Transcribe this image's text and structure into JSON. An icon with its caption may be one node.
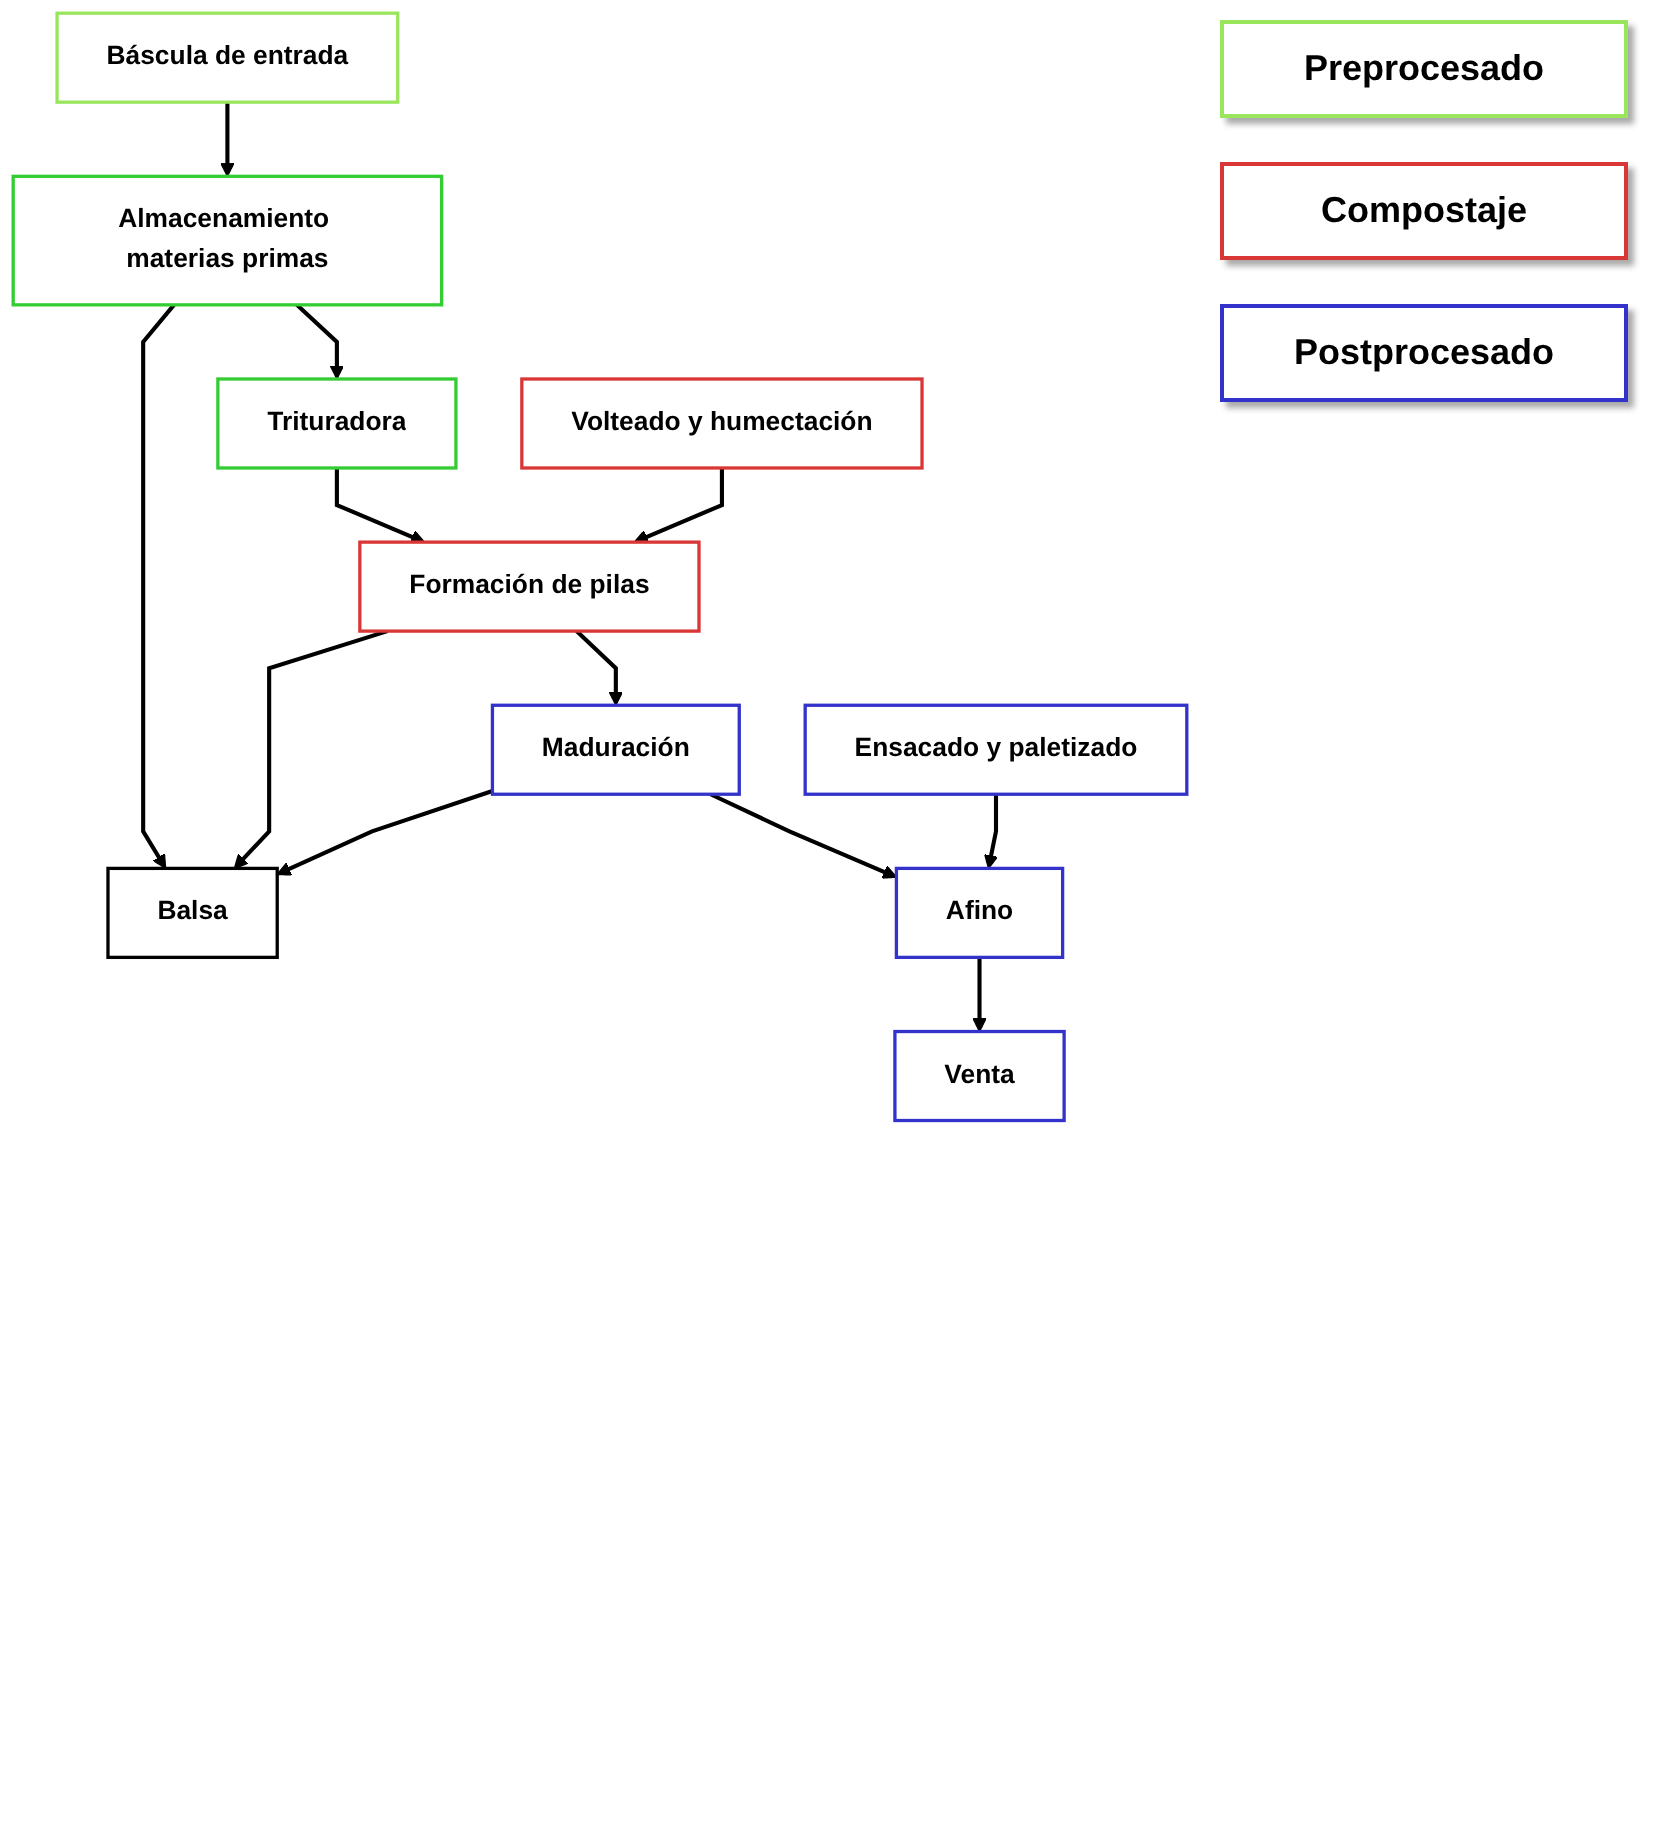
{
  "diagram": {
    "nodes": [
      {
        "text": [
          "Báscula de entrada"
        ]
      },
      {
        "text": [
          "Almacenamiento materias primas"
        ]
      },
      {
        "text": [
          "Trituradora"
        ]
      },
      {
        "text": [
          "Balsa"
        ]
      },
      {
        "text": [
          "Formación de pilas"
        ]
      },
      {
        "text": [
          "Volteado y humectación"
        ]
      },
      {
        "text": [
          "Maduración"
        ]
      },
      {
        "text": [
          "Afino"
        ]
      },
      {
        "text": [
          "Ensacado y paletizado"
        ]
      },
      {
        "text": [
          "Venta"
        ]
      }
    ],
    "edges": [
      {
        "from": 0,
        "to": 1,
        "arrow": "to"
      },
      {
        "from": 1,
        "to": 2,
        "arrow": "to"
      },
      {
        "from": 1,
        "to": 3,
        "arrow": "to"
      },
      {
        "from": 2,
        "to": 4,
        "arrow": "to"
      },
      {
        "from": 4,
        "to": 3,
        "arrow": "to"
      },
      {
        "from": 5,
        "to": 4,
        "arrow": "to"
      },
      {
        "from": 4,
        "to": 6,
        "arrow": "to"
      },
      {
        "from": 6,
        "to": 3,
        "arrow": "to"
      },
      {
        "from": 6,
        "to": 7,
        "arrow": "to"
      },
      {
        "from": 8,
        "to": 7,
        "arrow": "to"
      },
      {
        "from": 7,
        "to": 9,
        "arrow": "to"
      }
    ],
    "legend": [
      {
        "text": "Preprocesado",
        "color": "#99e65c"
      },
      {
        "text": "Compostaje",
        "color": "#d93636"
      },
      {
        "text": "Postprocesado",
        "color": "#3333cc"
      }
    ]
  }
}
